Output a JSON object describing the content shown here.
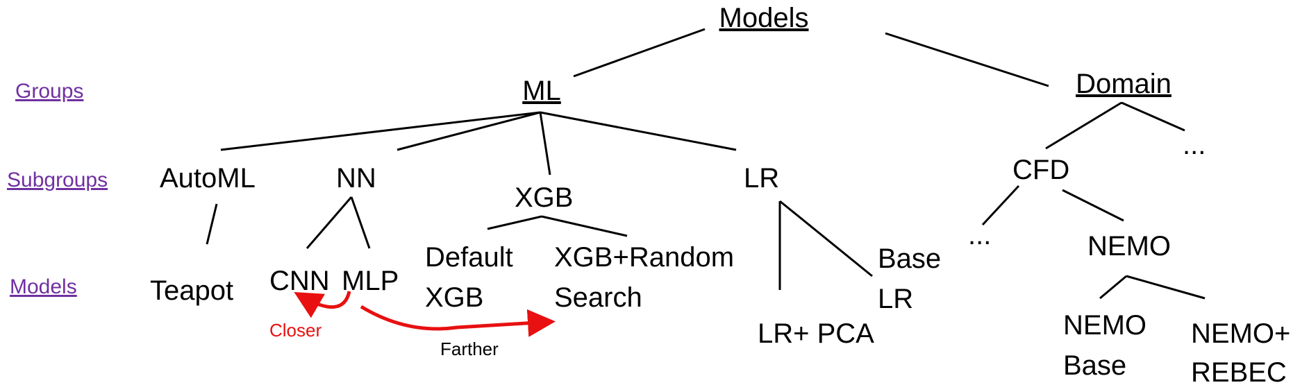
{
  "colors": {
    "level": "#7030a0",
    "compare": "#e81010",
    "text": "#000000"
  },
  "levels": {
    "groups": "Groups",
    "subgroups": "Subgroups",
    "models": "Models"
  },
  "nodes": {
    "root": "Models",
    "ml": "ML",
    "domain": "Domain",
    "automl": "AutoML",
    "nn": "NN",
    "xgb": "XGB",
    "lr": "LR",
    "cfd": "CFD",
    "domain_more": "...",
    "teapot": "Teapot",
    "cnn": "CNN",
    "mlp": "MLP",
    "default_xgb": [
      "Default",
      "XGB"
    ],
    "xgb_random": [
      "XGB+Random",
      "Search"
    ],
    "lr_pca": "LR+ PCA",
    "base_lr": [
      "Base",
      "LR"
    ],
    "cfd_more": "...",
    "nemo": "NEMO",
    "nemo_base": [
      "NEMO",
      "Base"
    ],
    "nemo_rebec": [
      "NEMO+",
      "REBEC"
    ]
  },
  "annotations": {
    "closer": "Closer",
    "farther": "Farther"
  }
}
